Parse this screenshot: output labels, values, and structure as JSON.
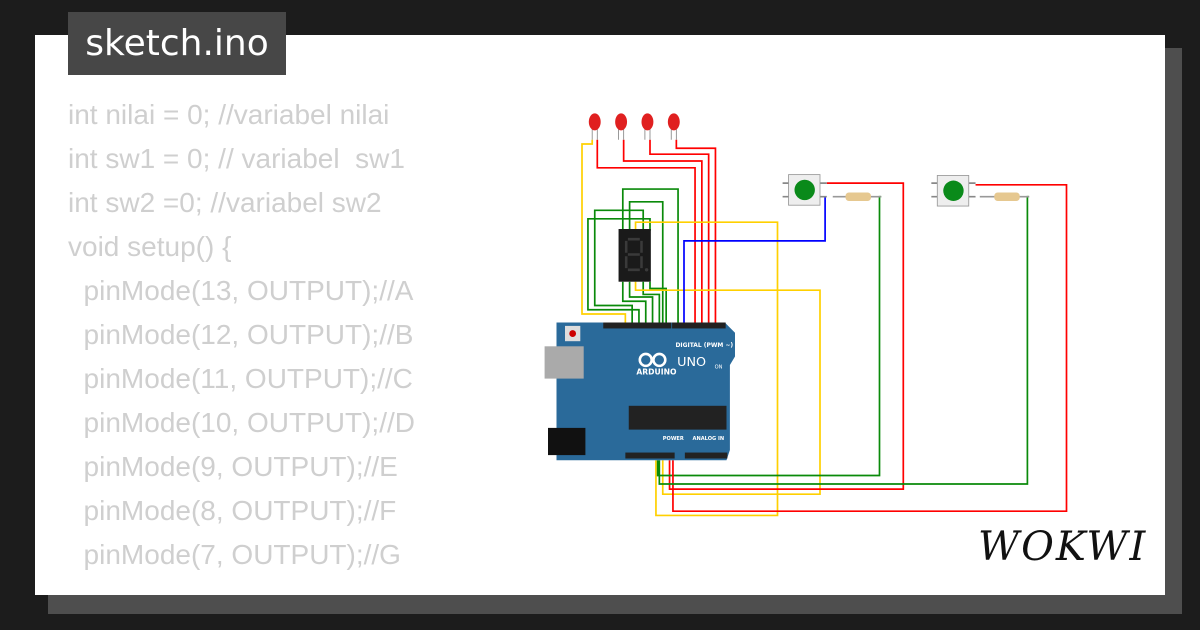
{
  "title": "sketch.ino",
  "code_lines": [
    "int nilai = 0; //variabel nilai",
    "int sw1 = 0; // variabel  sw1",
    "int sw2 =0; //variabel sw2",
    "void setup() {",
    "  pinMode(13, OUTPUT);//A",
    "  pinMode(12, OUTPUT);//B",
    "  pinMode(11, OUTPUT);//C",
    "  pinMode(10, OUTPUT);//D",
    "  pinMode(9, OUTPUT);//E",
    "  pinMode(8, OUTPUT);//F",
    "  pinMode(7, OUTPUT);//G"
  ],
  "board": {
    "brand": "ARDUINO",
    "model": "UNO",
    "digital_label": "DIGITAL (PWM ~)",
    "power_label": "POWER",
    "analog_label": "ANALOG IN",
    "on_label": "ON"
  },
  "logo": "WOKWI",
  "colors": {
    "background": "#1c1c1c",
    "board": "#2a6a9a",
    "wire_red": "#ff0000",
    "wire_green": "#0a8a0a",
    "wire_yellow": "#ffd000",
    "wire_blue": "#0000ff",
    "button": "#0a8a1a",
    "led": "#e02020"
  }
}
